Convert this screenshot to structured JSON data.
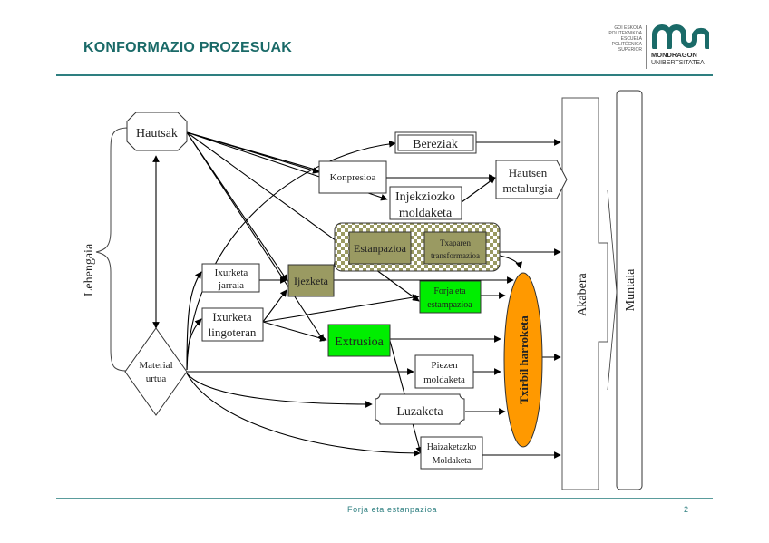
{
  "header": {
    "title": "KONFORMAZIO PROZESUAK",
    "logo": {
      "small_lines": [
        "GOI ESKOLA",
        "POLITEKNIKOA",
        "ESCUELA",
        "POLITÉCNICA",
        "SUPERIOR"
      ],
      "name": "MONDRAGON",
      "subname": "UNIBERTSITATEA",
      "color": "#1a6a68"
    }
  },
  "footer": {
    "text": "Forja eta estanpazioa",
    "page": "2"
  },
  "diagram": {
    "colors": {
      "olive": "#9a9a62",
      "green": "#00ee00",
      "orange": "#ff9900",
      "accent": "#2e7f80"
    },
    "labels": {
      "lehengaia": "Lehengaia",
      "hautsak": "Hautsak",
      "material_urtua_1": "Material",
      "material_urtua_2": "urtua",
      "bereziak": "Bereziak",
      "konpresioa": "Konpresioa",
      "injekziozko_1": "Injekziozko",
      "injekziozko_2": "moldaketa",
      "hautsen_1": "Hautsen",
      "hautsen_2": "metalurgia",
      "estanpazioa": "Estanpazioa",
      "txaparen_1": "Txaparen",
      "txaparen_2": "transformazioa",
      "ixurketa_jarraia_1": "Ixurketa",
      "ixurketa_jarraia_2": "jarraia",
      "ijezketa": "Ijezketa",
      "forja_1": "Forja  eta",
      "forja_2": "estampazioa",
      "ixurketa_lingoteran_1": "Ixurketa",
      "ixurketa_lingoteran_2": "lingoteran",
      "extrusioa": "Extrusioa",
      "piezen_1": "Piezen",
      "piezen_2": "moldaketa",
      "luzaketa": "Luzaketa",
      "haizaketazko_1": "Haizaketazko",
      "haizaketazko_2": "Moldaketa",
      "txirbil": "Txirbil harroketa",
      "akabera": "Akabera",
      "muntaia": "Muntaia"
    }
  }
}
